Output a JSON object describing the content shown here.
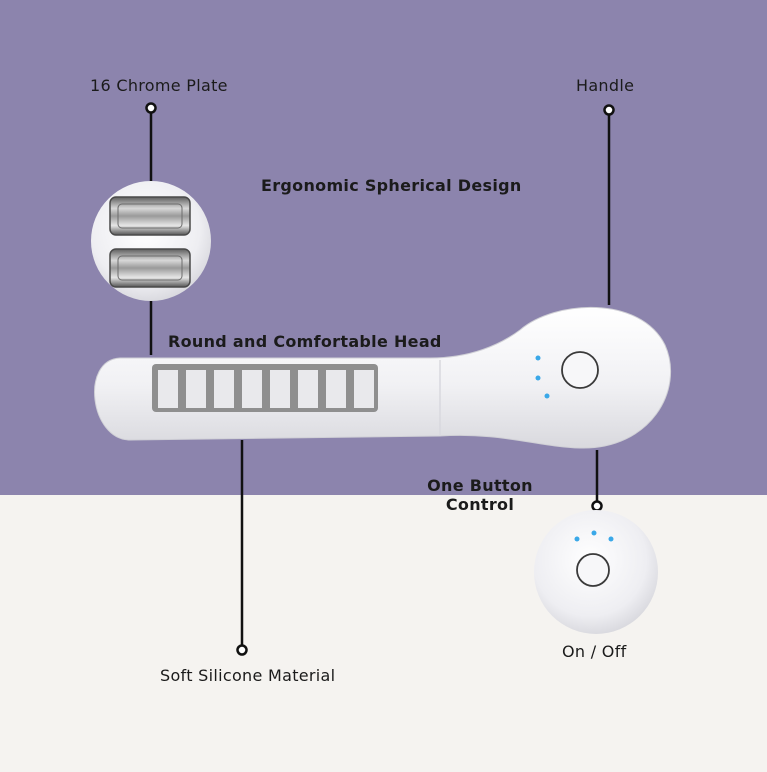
{
  "colors": {
    "background_top": "#8c84ad",
    "background_bottom": "#f5f3f0",
    "line": "#111111",
    "device_body": "#f4f4f6",
    "chrome": "#8a8a8a",
    "indicator_led": "#3aa8e8"
  },
  "labels": {
    "chrome_plate": "16 Chrome Plate",
    "handle": "Handle",
    "ergonomic": "Ergonomic Spherical Design",
    "head": "Round and Comfortable Head",
    "one_button_line1": "One Button",
    "one_button_line2": "Control",
    "on_off": "On / Off",
    "silicone": "Soft Silicone Material"
  },
  "icons": {
    "power_button": "power-button-icon",
    "leds": "indicator-led-icon"
  }
}
